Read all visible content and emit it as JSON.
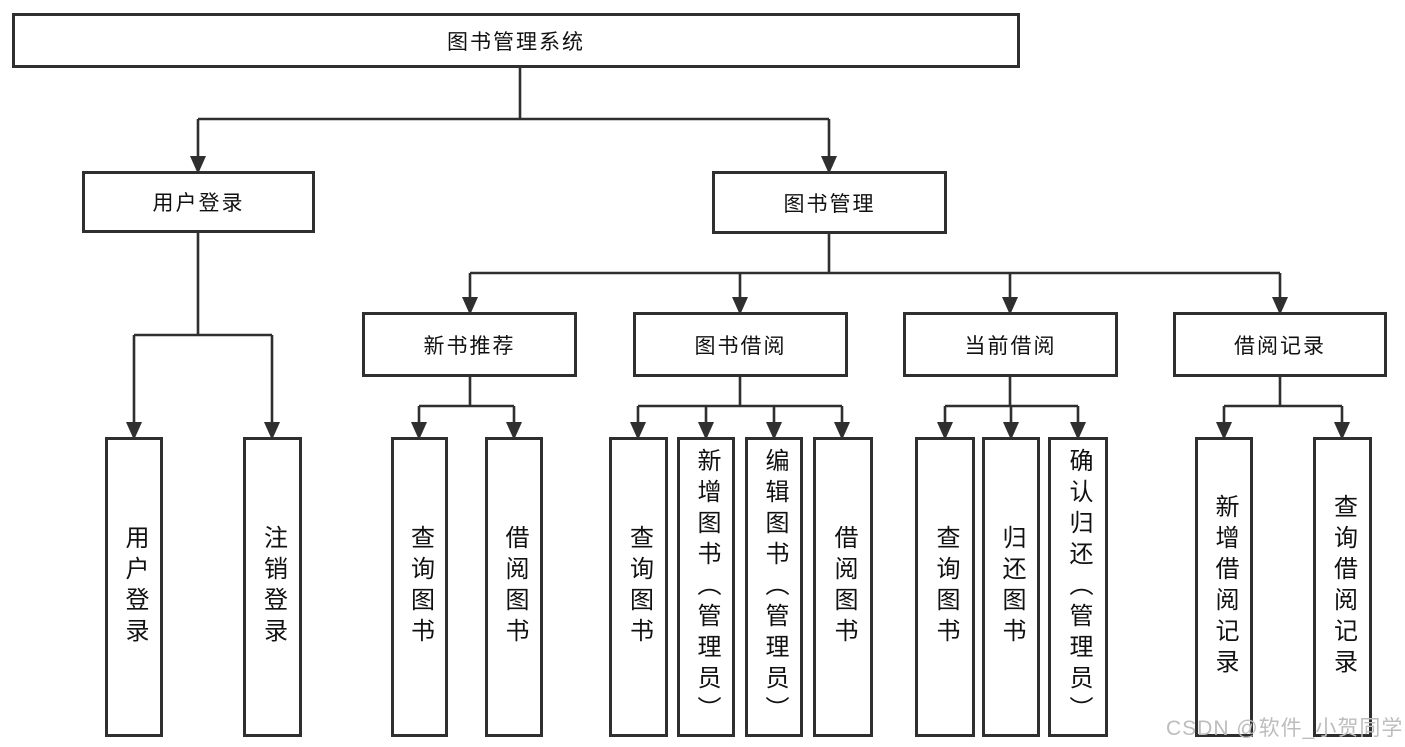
{
  "nodes": {
    "root": "图书管理系统",
    "user_login": "用户登录",
    "book_management": "图书管理",
    "new_book_recommend": "新书推荐",
    "book_borrow": "图书借阅",
    "current_borrow": "当前借阅",
    "borrow_records": "借阅记录",
    "leaf_user_login": "用户登录",
    "leaf_logout": "注销登录",
    "leaf_nbr_query": "查询图书",
    "leaf_nbr_borrow": "借阅图书",
    "leaf_bb_query": "查询图书",
    "leaf_bb_add": "新增图书（管理员）",
    "leaf_bb_edit": "编辑图书（管理员）",
    "leaf_bb_borrow": "借阅图书",
    "leaf_cb_query": "查询图书",
    "leaf_cb_return": "归还图书",
    "leaf_cb_confirm": "确认归还（管理员）",
    "leaf_br_add": "新增借阅记录",
    "leaf_br_query": "查询借阅记录"
  },
  "watermark": "CSDN @软件_小贺同学",
  "colors": {
    "line": "#2f2f2f",
    "box_border": "#2f2f2f",
    "background": "#ffffff",
    "text": "#111111",
    "watermark": "#bdbdbd"
  }
}
